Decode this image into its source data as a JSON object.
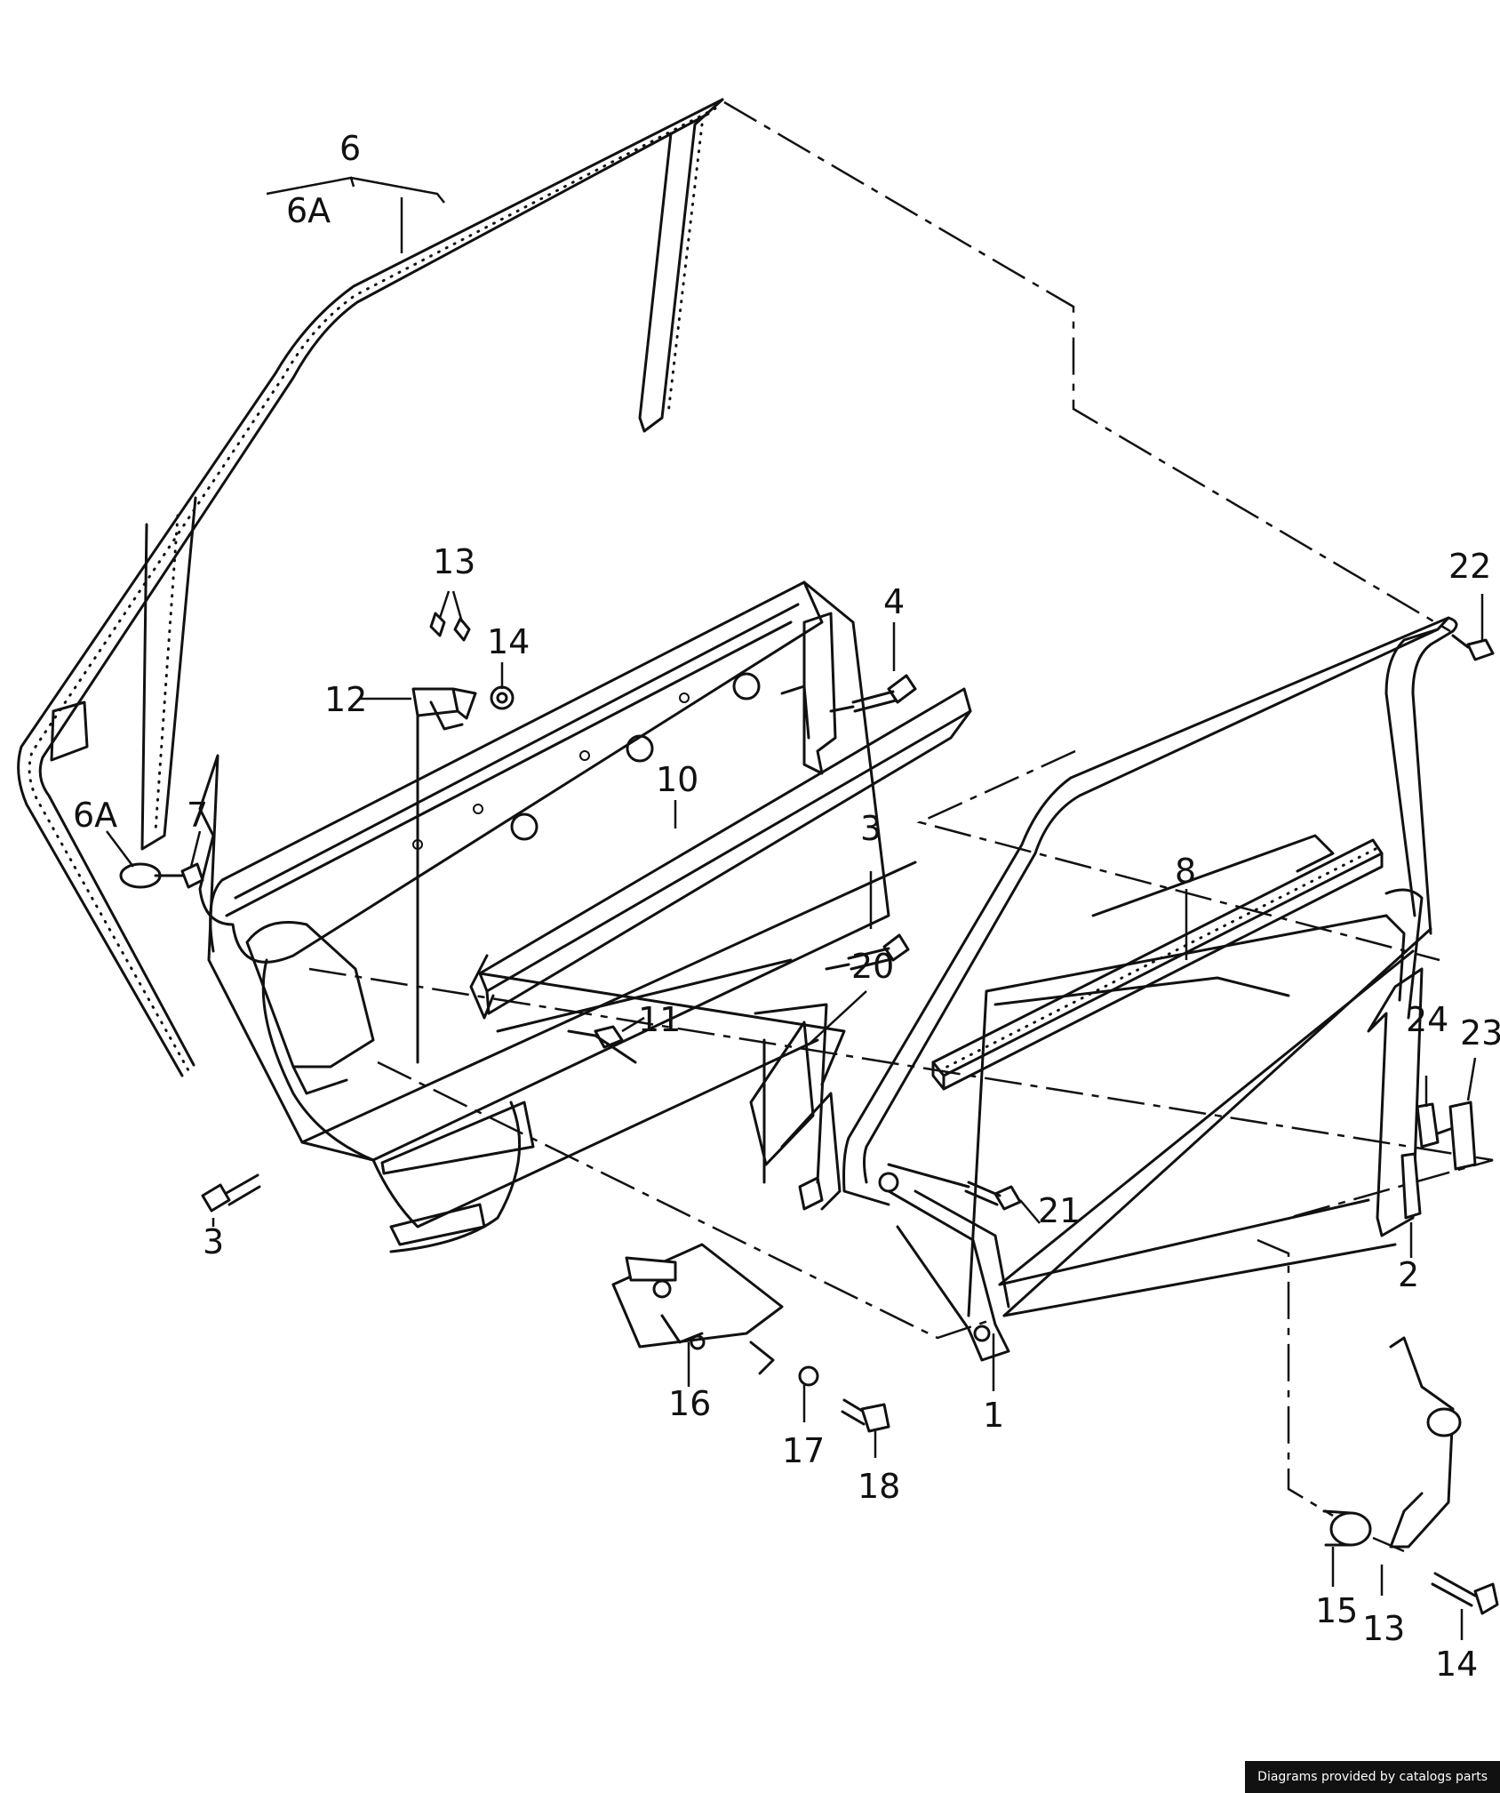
{
  "diagram": {
    "callouts": {
      "p6": "6",
      "p6a_top": "6A",
      "p6a_left": "6A",
      "p7": "7",
      "p13_top": "13",
      "p14_top": "14",
      "p12": "12",
      "p4": "4",
      "p10": "10",
      "p3_right": "3",
      "p3_left": "3",
      "p11": "11",
      "p20": "20",
      "p8": "8",
      "p22": "22",
      "p24": "24",
      "p23": "23",
      "p21": "21",
      "p2": "2",
      "p1": "1",
      "p16": "16",
      "p17": "17",
      "p18": "18",
      "p15": "15",
      "p13_bottom": "13",
      "p14_bottom": "14"
    }
  },
  "footer": {
    "credit": "Diagrams provided by catalogs parts"
  }
}
